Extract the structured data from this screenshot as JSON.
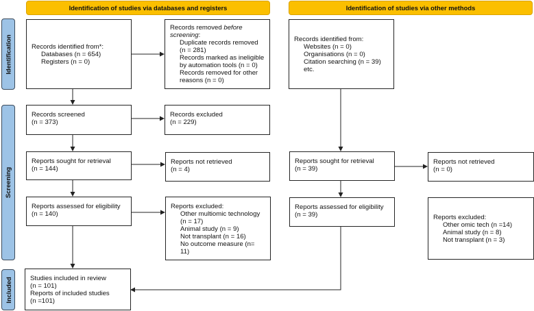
{
  "headers": {
    "left": "Identification of studies via databases and registers",
    "right": "Identification of studies via other methods"
  },
  "phases": {
    "identification": "Identification",
    "screening": "Screening",
    "included": "Included"
  },
  "colors": {
    "header": "#fbbf00",
    "phase": "#9dc3e6",
    "line": "#222222"
  },
  "left": {
    "identified": {
      "title": "Records identified from*:",
      "items": [
        "Databases (n = 654)",
        "Registers (n = 0)"
      ]
    },
    "removed": {
      "title_pre": "Records removed ",
      "title_em": "before screening",
      "title_post": ":",
      "items": [
        "Duplicate records removed (n = 281)",
        "Records marked as ineligible by automation tools (n = 0)",
        "Records removed for other reasons (n = 0)"
      ]
    },
    "screened": {
      "title": "Records screened",
      "n": "(n = 373)"
    },
    "excluded": {
      "title": "Records excluded",
      "n": "(n = 229)"
    },
    "sought": {
      "title": "Reports sought for retrieval",
      "n": "(n = 144)"
    },
    "not_retrieved": {
      "title": "Reports not retrieved",
      "n": "(n = 4)"
    },
    "assessed": {
      "title": "Reports assessed for eligibility",
      "n": "(n = 140)"
    },
    "reports_excluded": {
      "title": "Reports excluded:",
      "items": [
        "Other multiomic technology (n = 17)",
        "Animal study (n = 9)",
        "Not transplant (n = 16)",
        "No outcome measure (n= 11)"
      ]
    },
    "included": {
      "line1": "Studies included in review",
      "line2": "(n = 101)",
      "line3": "Reports of included studies",
      "line4": "(n =101)"
    }
  },
  "right": {
    "identified": {
      "title": "Records identified from:",
      "items": [
        "Websites (n = 0)",
        "Organisations (n = 0)",
        "Citation searching (n = 39)",
        "etc."
      ]
    },
    "sought": {
      "title": "Reports sought for retrieval",
      "n": "(n = 39)"
    },
    "not_retrieved": {
      "title": "Reports not retrieved",
      "n": "(n = 0)"
    },
    "assessed": {
      "title": "Reports assessed for eligibility",
      "n": "(n = 39)"
    },
    "reports_excluded": {
      "title": "Reports excluded:",
      "items": [
        "Other omic tech (n =14)",
        "Animal study (n = 8)",
        "Not transplant (n = 3)"
      ]
    }
  }
}
